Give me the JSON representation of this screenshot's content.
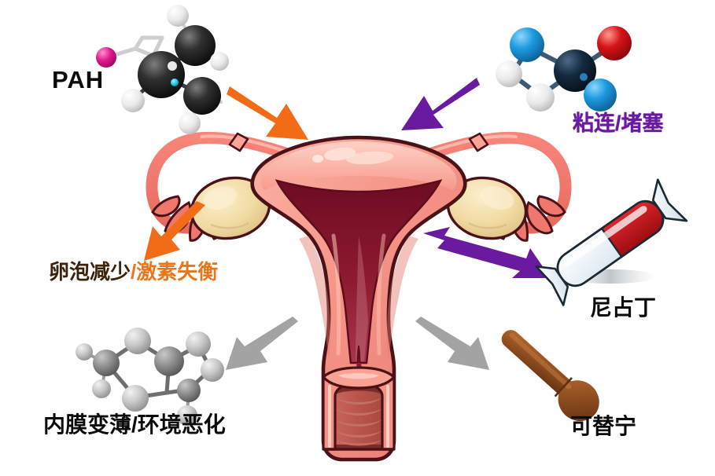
{
  "diagram": {
    "title_visible": false,
    "background_color": "#ffffff",
    "center_subject": "female reproductive system anatomy illustration (uterus, fallopian tubes, ovaries, cervix, vagina)"
  },
  "labels": {
    "pah": "PAH",
    "adhesion": "粘连/堵塞",
    "follicle_a": "卵泡减少",
    "follicle_sep": "/",
    "follicle_b": "激素失衡",
    "endometrium": "内膜变薄/环境恶化",
    "nicotine": "尼占丁",
    "cotinine": "可替宁"
  },
  "colors": {
    "arrow_orange": "#F26B16",
    "arrow_purple": "#6A1A9E",
    "arrow_gray": "#A3A3A3",
    "label_purple": "#6A1A9E",
    "label_orange": "#E8761C",
    "label_brown": "#3C2208",
    "label_black": "#0B0B0B",
    "uterus_body": "#F6968A",
    "uterus_light": "#FAB3A6",
    "uterus_outline": "#4A1218",
    "uterus_cavity": "#7E1028",
    "ovary": "#F2DDA8",
    "candy_red": "#B91218",
    "cotinine_brown": "#8B4A1E"
  },
  "arrows": [
    {
      "name": "pah-to-uterus",
      "color": "#F26B16",
      "direction": "down-right",
      "double_headed": false
    },
    {
      "name": "nicotine-molecule-to-uterus",
      "color": "#6A1A9E",
      "direction": "down-left",
      "double_headed": false
    },
    {
      "name": "ovary-to-follicle-label",
      "color": "#F26B16",
      "direction": "down-left",
      "double_headed": false
    },
    {
      "name": "uterus-to-nicotine-candy",
      "color": "#6A1A9E",
      "direction": "bidirectional",
      "double_headed": true
    },
    {
      "name": "uterus-to-endometrium",
      "color": "#A3A3A3",
      "direction": "down-left",
      "double_headed": false
    },
    {
      "name": "uterus-to-cotinine",
      "color": "#A3A3A3",
      "direction": "down-right",
      "double_headed": false
    }
  ],
  "molecules": {
    "pah": {
      "name": "pah-molecule",
      "atom_colors": [
        "#1A1A1A",
        "#E8E8E8",
        "#E0198C",
        "#22C3E6"
      ],
      "description": "ball-and-stick model with black carbon spheres, white hydrogens, one magenta atom and a cyan marker"
    },
    "nicotine": {
      "name": "nicotine-molecule",
      "atom_colors": [
        "#1C9BE0",
        "#D61419",
        "#122436",
        "#F0F0F0"
      ],
      "description": "ball-and-stick model with blue nitrogen atoms, red oxygen, dark navy carbon, white hydrogens"
    },
    "naphthalene": {
      "name": "naphthalene-molecule",
      "atom_colors": [
        "#8A8A8A",
        "#D9D9D9"
      ],
      "description": "grey bicyclic ball-and-stick model"
    }
  },
  "objects": {
    "candy": {
      "name": "nicotine-candy",
      "wrapper_color": "#EDF2F7",
      "pill_color": "#B91218"
    },
    "cotinine_stick": {
      "name": "cotinine-brush",
      "color": "#8B4A1E"
    }
  },
  "anatomy_parts": [
    {
      "name": "uterus-fundus"
    },
    {
      "name": "uterine-cavity"
    },
    {
      "name": "fallopian-tube-left"
    },
    {
      "name": "fallopian-tube-right"
    },
    {
      "name": "ovary-left"
    },
    {
      "name": "ovary-right"
    },
    {
      "name": "fimbriae-left"
    },
    {
      "name": "fimbriae-right"
    },
    {
      "name": "cervix"
    },
    {
      "name": "vaginal-canal"
    }
  ]
}
